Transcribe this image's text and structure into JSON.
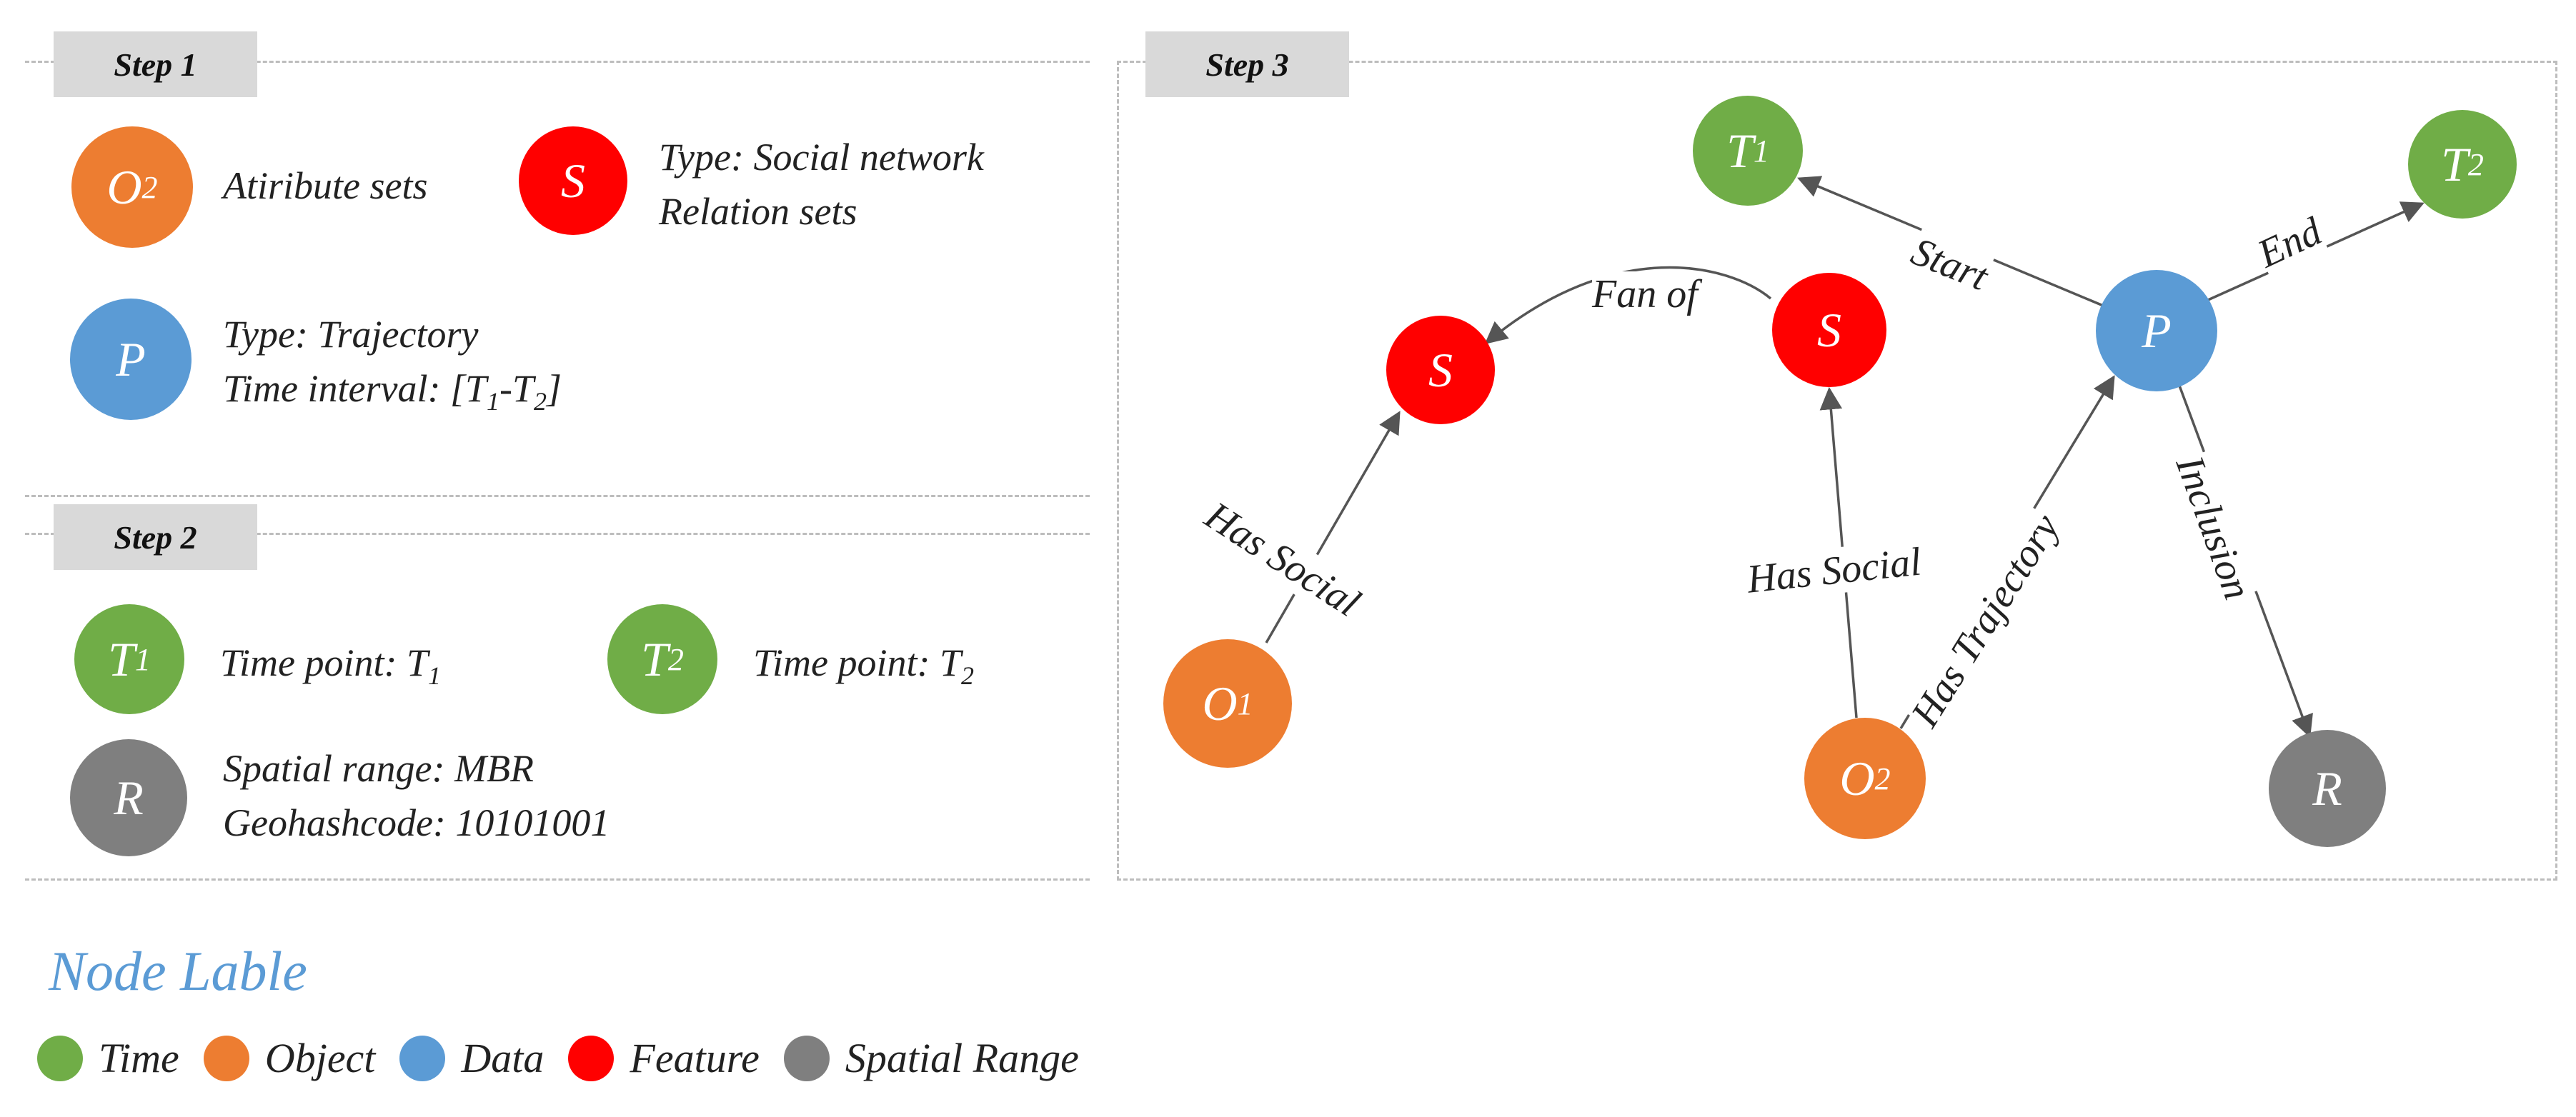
{
  "step1": {
    "label": "Step 1",
    "o2_node": "O",
    "o2_sub": "2",
    "o2_desc": "Atiribute sets",
    "s_node": "S",
    "s_desc_line1": "Type: Social network",
    "s_desc_line2": "Relation sets",
    "p_node": "P",
    "p_desc_line1": "Type: Trajectory",
    "p_desc_line2_a": "Time interval: [T",
    "p_desc_sub1": "1",
    "p_desc_line2_b": "-T",
    "p_desc_sub2": "2",
    "p_desc_line2_c": "]"
  },
  "step2": {
    "label": "Step 2",
    "t1_node": "T",
    "t1_sub": "1",
    "t1_desc": "Time point: T",
    "t1_desc_sub": "1",
    "t2_node": "T",
    "t2_sub": "2",
    "t2_desc": "Time point: T",
    "t2_desc_sub": "2",
    "r_node": "R",
    "r_desc_line1": "Spatial range: MBR",
    "r_desc_line2": "Geohashcode: 10101001"
  },
  "step3": {
    "label": "Step 3",
    "nodes": {
      "t1": {
        "main": "T",
        "sub": "1"
      },
      "t2": {
        "main": "T",
        "sub": "2"
      },
      "s_left": {
        "main": "S",
        "sub": ""
      },
      "s_right": {
        "main": "S",
        "sub": ""
      },
      "p": {
        "main": "P",
        "sub": ""
      },
      "o1": {
        "main": "O",
        "sub": "1"
      },
      "o2": {
        "main": "O",
        "sub": "2"
      },
      "r": {
        "main": "R",
        "sub": ""
      }
    },
    "edges": {
      "start": "Start",
      "end": "End",
      "fan_of": "Fan of",
      "has_social_left": "Has Social",
      "has_social_right": "Has Social",
      "has_trajectory": "Has Trajectory",
      "inclusion": "Inclusion"
    }
  },
  "legend": {
    "title": "Node Lable",
    "items": [
      {
        "label": "Time",
        "color": "#70ad47"
      },
      {
        "label": "Object",
        "color": "#ed7d31"
      },
      {
        "label": "Data",
        "color": "#5b9bd5"
      },
      {
        "label": "Feature",
        "color": "#ff0000"
      },
      {
        "label": "Spatial Range",
        "color": "#7f7f7f"
      }
    ]
  },
  "colors": {
    "time": "#70ad47",
    "object": "#ed7d31",
    "data": "#5b9bd5",
    "feature": "#ff0000",
    "spatial_range": "#7f7f7f",
    "legend_title": "#5b9bd5"
  }
}
